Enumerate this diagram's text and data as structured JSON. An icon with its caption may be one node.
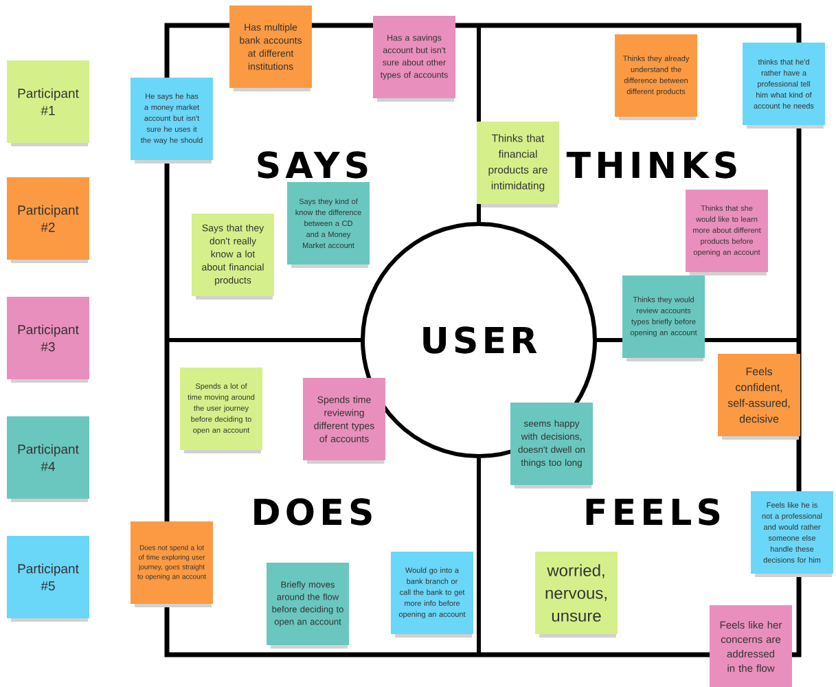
{
  "diagram": {
    "nodes": [
      {
        "text": [
          "Has multiple bank accounts at different institutions"
        ]
      },
      {
        "text": [
          "Has a savings account but isn't sure about other types of accounts"
        ]
      },
      {
        "text": [
          "Thinks they already understand the difference between different products"
        ]
      },
      {
        "text": [
          "thinks that he'd rather have a professional tell him what kind of account he needs"
        ]
      },
      {
        "text": [
          "He says he has a money market account but isn't sure he uses it the way he should"
        ]
      },
      {
        "text": [
          "Thinks that financial products are intimidating"
        ]
      },
      {
        "text": [
          "Says they kind of know the difference between a CD and a Money Market account"
        ]
      },
      {
        "text": [
          "Thinks that she would like to learn more about different products before opening an account"
        ]
      },
      {
        "text": [
          "Says that they don't really know a lot about financial products"
        ]
      },
      {
        "text": [
          "USER"
        ]
      },
      {
        "text": [
          "Thinks they would review accounts types briefly before opening an account"
        ]
      },
      {
        "text": [
          "Feels confident, self-assured, decisive"
        ]
      },
      {
        "text": [
          "Spends a lot of time moving around the user journey before deciding to open an account"
        ]
      },
      {
        "text": [
          "Spends time reviewing different types of accounts"
        ]
      },
      {
        "text": [
          "seems happy with decisions, doesn't dwell on things too long"
        ]
      },
      {
        "text": [
          "Feels like he is not a professional and would rather someone else handle these decisions for him"
        ]
      },
      {
        "text": [
          "Does not spend a lot of time exploring user journey, goes straight to opening an account"
        ]
      },
      {
        "text": [
          "Would go into a bank branch or call the bank to get more info before opening an account"
        ]
      },
      {
        "text": [
          "worried, nervous, unsure"
        ]
      },
      {
        "text": [
          "Briefly moves around the flow before deciding to open an account"
        ]
      },
      {
        "text": [
          "Feels like her concerns are addressed in the flow"
        ]
      }
    ],
    "labels": [
      "SAYS",
      "THINKS",
      "DOES",
      "FEELS"
    ],
    "legend": [
      {
        "text": "Participant #1",
        "color": "#d5f08a"
      },
      {
        "text": "Participant #2",
        "color": "#fb9a42"
      },
      {
        "text": "Participant #3",
        "color": "#e98fbd"
      },
      {
        "text": "Participant #4",
        "color": "#6ac7bf"
      },
      {
        "text": "Participant #5",
        "color": "#6ad6f8"
      }
    ]
  }
}
